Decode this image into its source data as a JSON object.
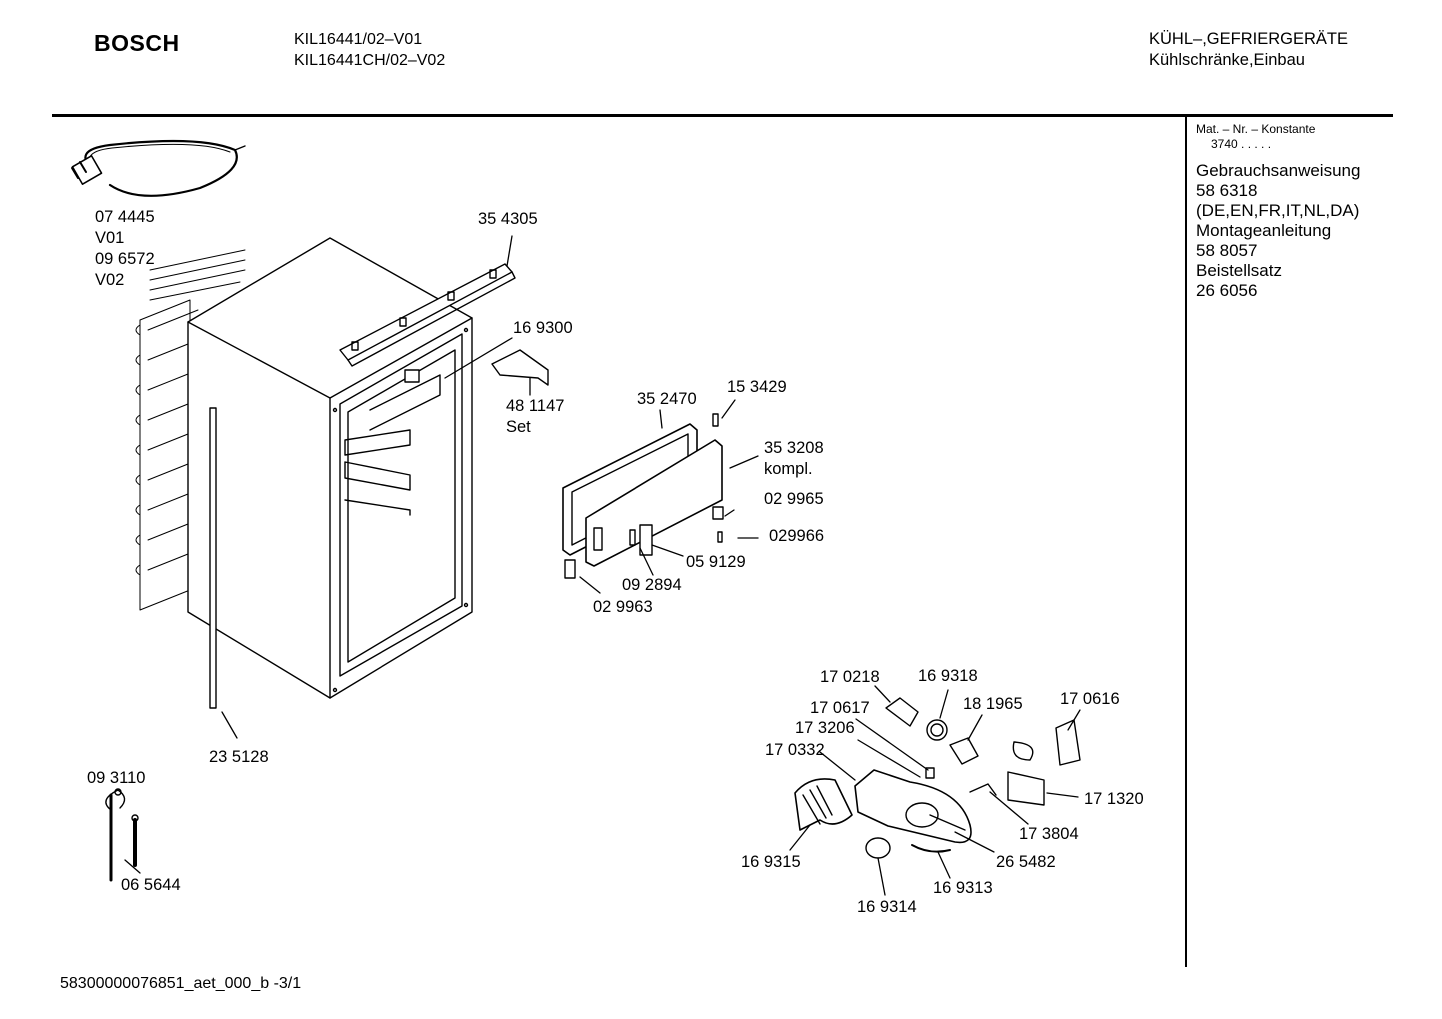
{
  "header": {
    "brand": "BOSCH",
    "models": [
      "KIL16441/02–V01",
      "KIL16441CH/02–V02"
    ],
    "category": [
      "KÜHL–,GEFRIERGERÄTE",
      "Kühlschränke,Einbau"
    ]
  },
  "sidebar": {
    "mat_label": "Mat. – Nr. – Konstante",
    "mat_value": "3740  .  .  .  .  .",
    "items": [
      "Gebrauchsanweisung",
      "58 6318",
      "(DE,EN,FR,IT,NL,DA)",
      "Montageanleitung",
      "58 8057",
      "Beistellsatz",
      "26 6056"
    ]
  },
  "parts": {
    "cable_1": "07 4445",
    "cable_v01": "V01",
    "cable_2": "09 6572",
    "cable_v02": "V02",
    "rail": "35 4305",
    "bracket": "16 9300",
    "hinge_set_no": "48 1147",
    "hinge_set": "Set",
    "frame": "35 2470",
    "pin": "15 3429",
    "door_no": "35 3208",
    "door_kompl": "kompl.",
    "clip_a": "02 9965",
    "screw": "029966",
    "latch": "05 9129",
    "hinge_pin": "09 2894",
    "clip_b": "02 9963",
    "seal_strip": "23 5128",
    "sensor": "09 3110",
    "sensor_tube": "06 5644",
    "bulb": "17 0218",
    "socket": "16 9318",
    "lamp_holder": "17 0617",
    "switch_a": "17 3206",
    "switch_b": "18 1965",
    "plug": "17 0616",
    "cover": "17 0332",
    "thermostat": "17 1320",
    "wire": "17 3804",
    "knob": "16 9315",
    "housing": "26 5482",
    "shaft": "16 9313",
    "cap": "16 9314"
  },
  "footer": {
    "doc_id": "58300000076851_aet_000_b",
    "page": "-3/1"
  }
}
